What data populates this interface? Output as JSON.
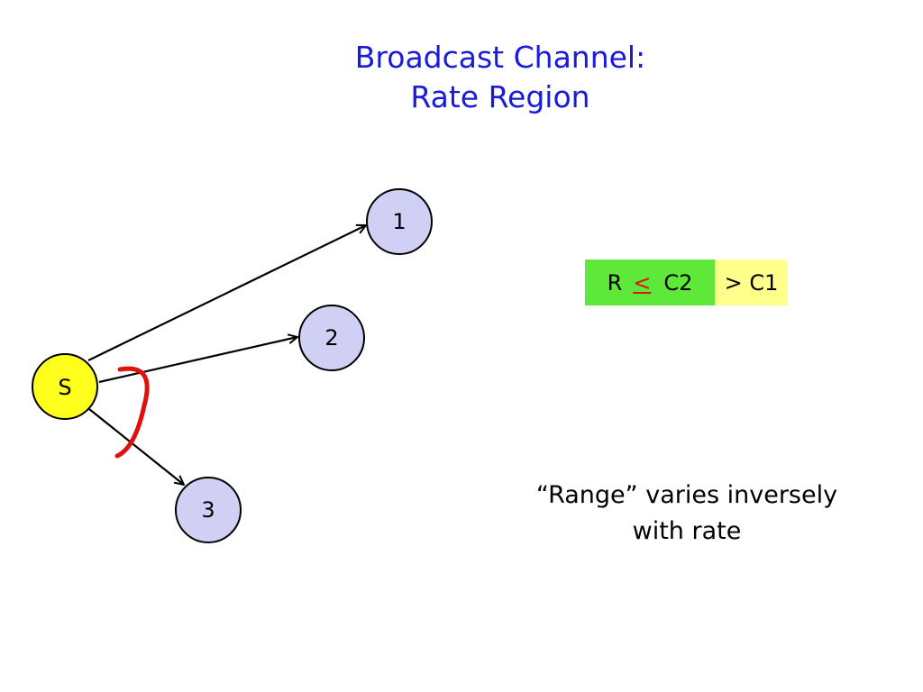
{
  "title": {
    "line1": "Broadcast Channel:",
    "line2": "Rate Region"
  },
  "nodes": {
    "source": "S",
    "n1": "1",
    "n2": "2",
    "n3": "3"
  },
  "formula": {
    "r": "R",
    "leq": "<",
    "c2": "C2",
    "gt_c1": "> C1"
  },
  "note": {
    "line1": "“Range” varies inversely",
    "line2": "with rate"
  },
  "colors": {
    "title": "#1a1adc",
    "source_fill": "#ffff1e",
    "receiver_fill": "#d0d0f4",
    "range_arc": "#e01010",
    "formula_green": "#5ee83a",
    "formula_yellow": "#ffff8c"
  }
}
